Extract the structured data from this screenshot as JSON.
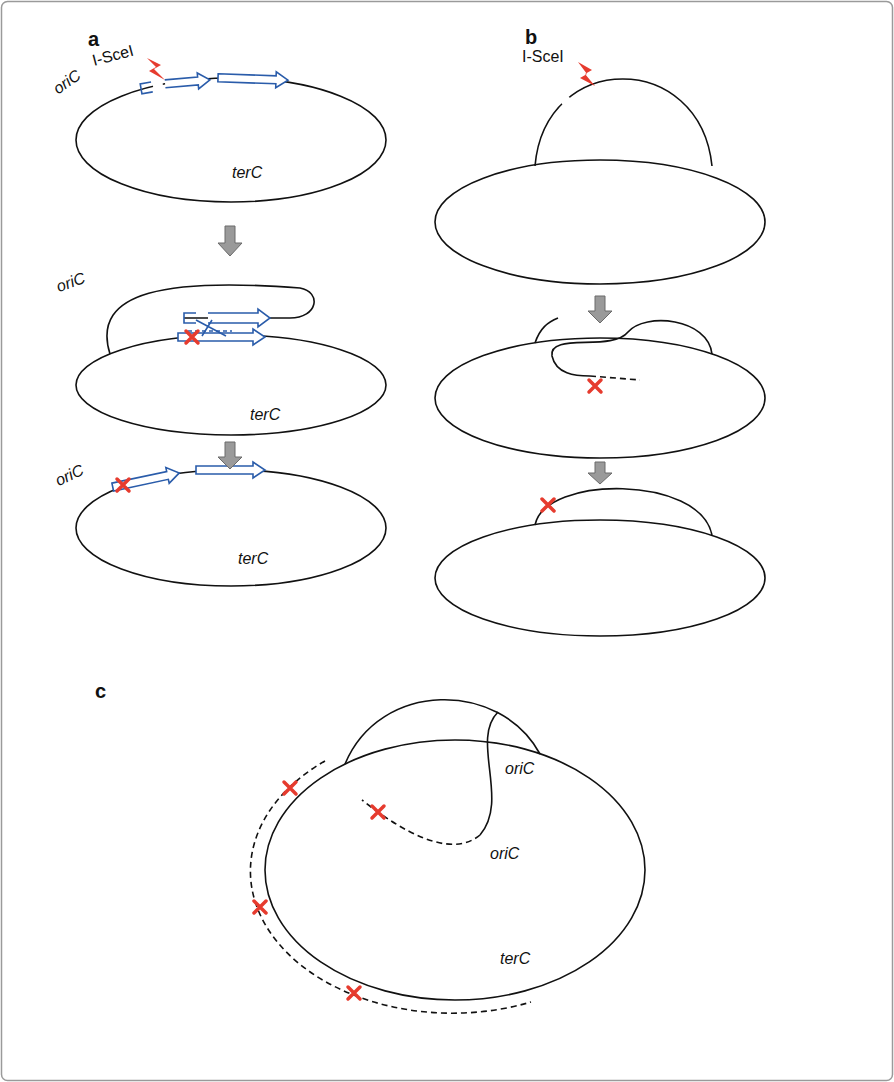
{
  "diagram": {
    "labels": [
      "a",
      "I-SceI",
      "oriC",
      "terC",
      "oriC",
      "terC",
      "oriC",
      "terC",
      "b",
      "I-SceI",
      "c",
      "oriC",
      "oriC",
      "terC"
    ]
  }
}
